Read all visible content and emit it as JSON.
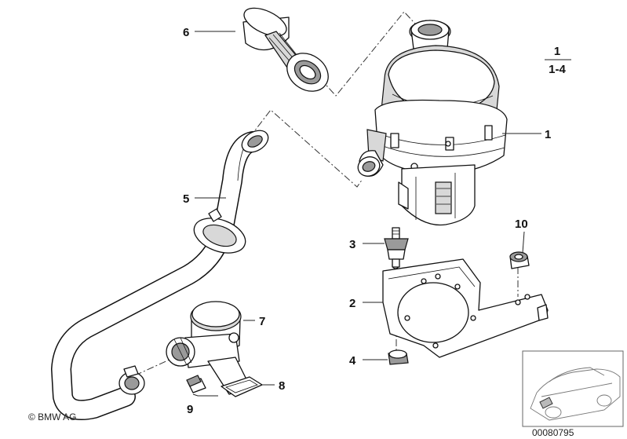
{
  "copyright": "© BMW AG",
  "diagram_number": "00080795",
  "group": {
    "numerator": "1",
    "denominator": "1-4"
  },
  "callouts": [
    {
      "id": "1",
      "label": "1"
    },
    {
      "id": "2",
      "label": "2"
    },
    {
      "id": "3",
      "label": "3"
    },
    {
      "id": "4",
      "label": "4"
    },
    {
      "id": "5",
      "label": "5"
    },
    {
      "id": "6",
      "label": "6"
    },
    {
      "id": "7",
      "label": "7"
    },
    {
      "id": "8",
      "label": "8"
    },
    {
      "id": "9",
      "label": "9"
    },
    {
      "id": "10",
      "label": "10"
    }
  ]
}
